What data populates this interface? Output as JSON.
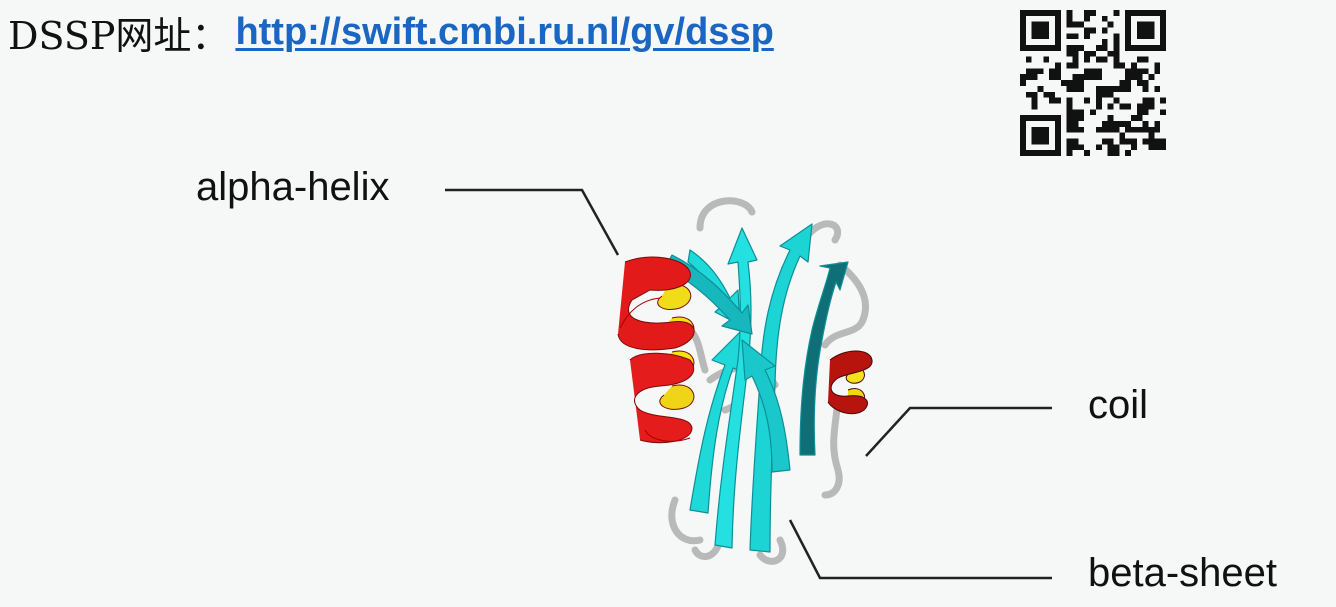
{
  "header": {
    "prefix": "DSSP网址：",
    "link_text": "http://swift.cmbi.ru.nl/gv/dssp"
  },
  "labels": {
    "alpha_helix": "alpha-helix",
    "coil": "coil",
    "beta_sheet": "beta-sheet"
  },
  "colors": {
    "helix_outer": "#e01818",
    "helix_inner": "#f2e21a",
    "sheet": "#1fd8d8",
    "sheet_dark": "#0f6f76",
    "coil": "#b8b8b8",
    "link": "#1a66c2"
  }
}
